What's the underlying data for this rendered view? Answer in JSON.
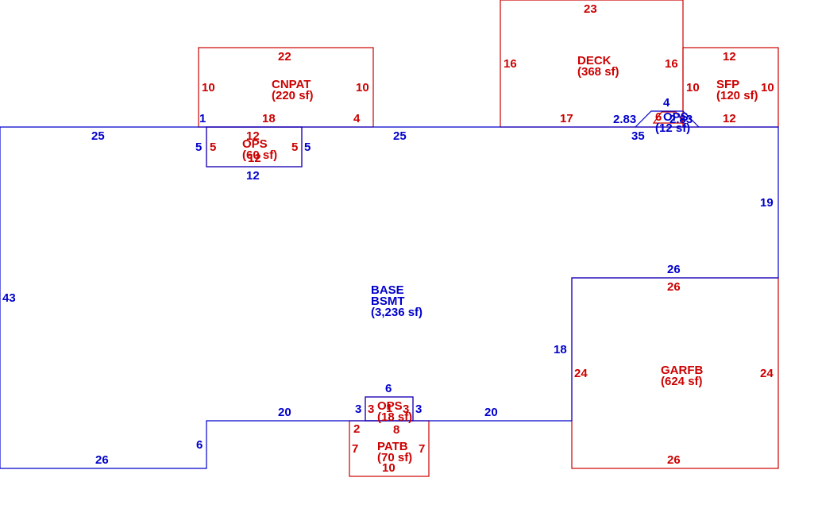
{
  "colors": {
    "base": "#0000cc",
    "addition": "#cc0000",
    "background": "#ffffff"
  },
  "areas": {
    "base": {
      "code": "BASE",
      "sub": "BSMT",
      "area": "(3,236 sf)"
    },
    "cnpat": {
      "code": "CNPAT",
      "area": "(220 sf)"
    },
    "deck": {
      "code": "DECK",
      "area": "(368 sf)"
    },
    "sfp": {
      "code": "SFP",
      "area": "(120 sf)"
    },
    "ops_top": {
      "code": "OPS",
      "area": "(60 sf)"
    },
    "ops_bottom": {
      "code": "OPS",
      "area": "(18 sf)"
    },
    "patb": {
      "code": "PATB",
      "area": "(70 sf)"
    },
    "garfb": {
      "code": "GARFB",
      "area": "(624 sf)"
    },
    "small": {
      "code": "6",
      "label": "OPS",
      "area": "(12 sf)"
    }
  },
  "dims": {
    "base_left": "43",
    "base_top_left": "25",
    "base_top_mid": "25",
    "base_top_right": "35",
    "base_right": "19",
    "base_step_top": "26",
    "base_step_left": "18",
    "base_bottom_right": "20",
    "base_bottom_left": "20",
    "base_bottom_far_left": "26",
    "base_step_small": "6",
    "cnpat_top": "22",
    "cnpat_left": "10",
    "cnpat_right": "10",
    "cnpat_bottom": "18",
    "cnpat_left_stub": "1",
    "cnpat_right_stub": "4",
    "ops_top_top": "12",
    "ops_top_left_red": "5",
    "ops_top_right_red": "5",
    "ops_top_bottom_red": "12",
    "ops_top_left_blue": "5",
    "ops_top_right_blue": "5",
    "ops_top_bottom_blue": "12",
    "deck_top": "23",
    "deck_left": "16",
    "deck_right": "16",
    "deck_bottom": "17",
    "bay_left": "2.83",
    "bay_top": "4",
    "bay_right": "2.83",
    "sfp_top": "12",
    "sfp_left": "10",
    "sfp_right": "10",
    "sfp_bottom": "12",
    "garfb_top": "26",
    "garfb_left": "24",
    "garfb_right": "24",
    "garfb_bottom": "26",
    "ops_bot_top": "6",
    "ops_bot_left_blue": "3",
    "ops_bot_right_blue": "3",
    "ops_bot_left_red": "3",
    "ops_bot_right_red": "3",
    "ops_bot_mid_red": "1",
    "patb_top": "8",
    "patb_left_stub": "2",
    "patb_left": "7",
    "patb_right": "7",
    "patb_bottom": "10"
  }
}
